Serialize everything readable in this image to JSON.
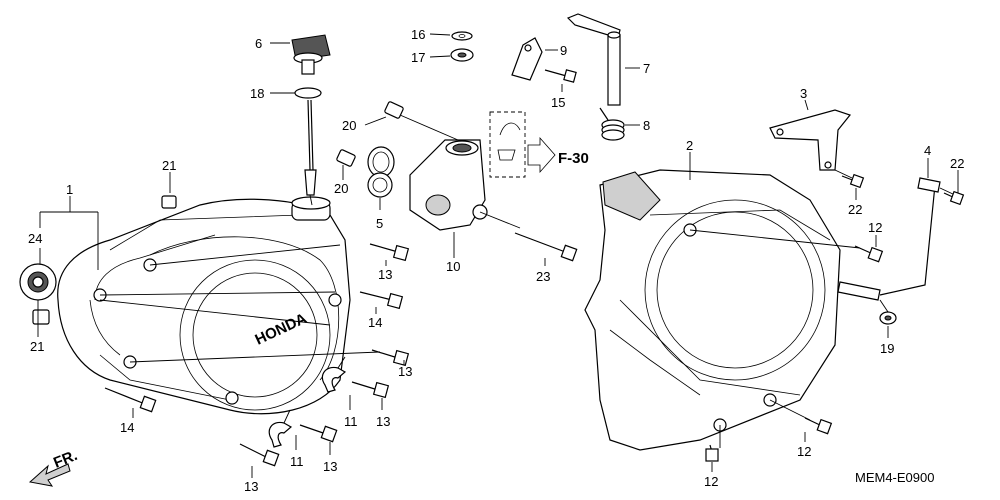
{
  "callouts": {
    "c1": "1",
    "c2": "2",
    "c3": "3",
    "c4": "4",
    "c5": "5",
    "c6": "6",
    "c7": "7",
    "c8": "8",
    "c9": "9",
    "c10": "10",
    "c11": "11",
    "c12": "12",
    "c13": "13",
    "c14": "14",
    "c15": "15",
    "c16": "16",
    "c17": "17",
    "c18": "18",
    "c19": "19",
    "c20": "20",
    "c21": "21",
    "c22": "22",
    "c23": "23",
    "c24": "24"
  },
  "brand_embossing": "HONDA",
  "ref_label": "F-30",
  "front_arrow_label": "FR.",
  "diagram_code": "MEM4-E0900"
}
